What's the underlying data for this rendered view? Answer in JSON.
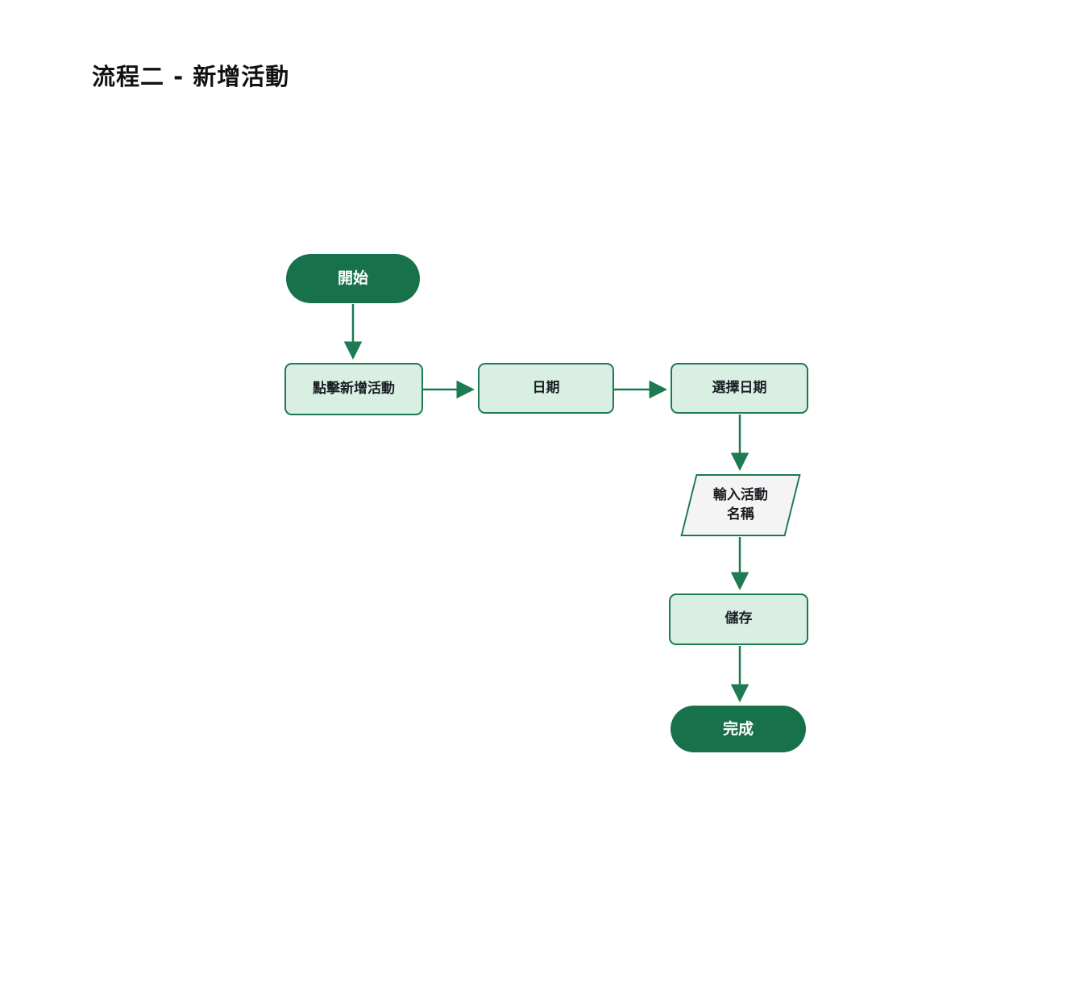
{
  "title": "流程二 - 新增活動",
  "colors": {
    "dark_node_fill": "#17714b",
    "light_node_fill": "#d9efe4",
    "node_border": "#1d7a52",
    "edge_color": "#1d7a52",
    "io_fill": "#f4f4f4",
    "dark_node_text": "#ffffff",
    "node_text": "#1b1f24",
    "title_color": "#111111",
    "background": "#ffffff"
  },
  "nodes": {
    "start": {
      "label": "開始",
      "type": "terminal"
    },
    "click_add": {
      "label": "點擊新增活動",
      "type": "process"
    },
    "date": {
      "label": "日期",
      "type": "process"
    },
    "select_date": {
      "label": "選擇日期",
      "type": "process"
    },
    "input_name": {
      "label": "輸入活動\n名稱",
      "type": "io"
    },
    "save": {
      "label": "儲存",
      "type": "process"
    },
    "done": {
      "label": "完成",
      "type": "terminal"
    }
  },
  "edges": [
    {
      "from": "start",
      "to": "click_add"
    },
    {
      "from": "click_add",
      "to": "date"
    },
    {
      "from": "date",
      "to": "select_date"
    },
    {
      "from": "select_date",
      "to": "input_name"
    },
    {
      "from": "input_name",
      "to": "save"
    },
    {
      "from": "save",
      "to": "done"
    }
  ]
}
